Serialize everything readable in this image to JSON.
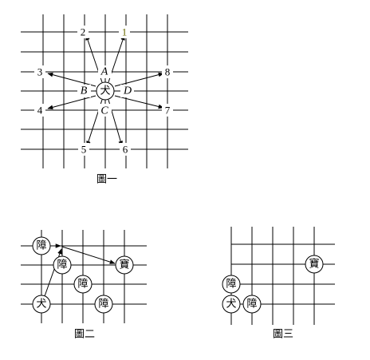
{
  "figure1": {
    "caption": "圖一",
    "center_piece": "犬",
    "letters": [
      "A",
      "B",
      "C",
      "D"
    ],
    "numbers": [
      "1",
      "2",
      "3",
      "4",
      "5",
      "6",
      "7",
      "8"
    ]
  },
  "figure2": {
    "caption": "圖二",
    "obstacle": "障",
    "dog": "犬",
    "treasure": "寶"
  },
  "figure3": {
    "caption": "圖三",
    "obstacle": "障",
    "dog": "犬",
    "treasure": "寶"
  },
  "colors": {
    "line": "#000000",
    "number1_accent": "#8a8a00"
  }
}
